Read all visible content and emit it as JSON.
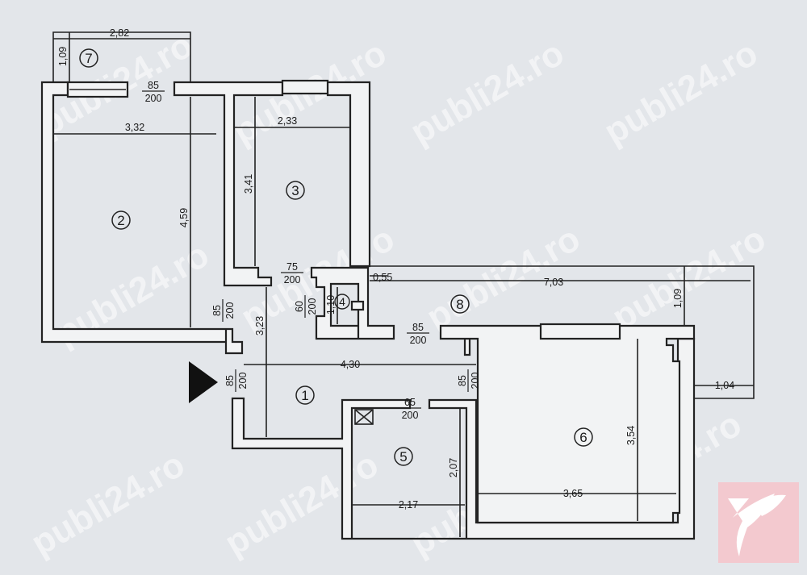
{
  "watermark": "publi24.ro",
  "logo": {
    "name": "publi24-logo",
    "bg": "#f3c9cf",
    "accent": "#d91f3c"
  },
  "rooms": [
    {
      "id": "1",
      "label": "1"
    },
    {
      "id": "2",
      "label": "2"
    },
    {
      "id": "3",
      "label": "3"
    },
    {
      "id": "4",
      "label": "4"
    },
    {
      "id": "5",
      "label": "5"
    },
    {
      "id": "6",
      "label": "6"
    },
    {
      "id": "7",
      "label": "7"
    },
    {
      "id": "8",
      "label": "8"
    }
  ],
  "dimensions": {
    "d282": "2,82",
    "d109a": "1,09",
    "d332": "3,32",
    "d459": "4,59",
    "d233": "2,33",
    "d341": "3,41",
    "d323": "3,23",
    "d110": "1,10",
    "d055": "0,55",
    "d703": "7,03",
    "d109b": "1,09",
    "d430": "4,30",
    "d104": "1,04",
    "d354": "3,54",
    "d365": "3,65",
    "d207": "2,07",
    "d217": "2,17"
  },
  "doors": {
    "door_room2_win": {
      "w": "85",
      "h": "200"
    },
    "door_room2": {
      "w": "85",
      "h": "200"
    },
    "door_room3": {
      "w": "75",
      "h": "200"
    },
    "door_bath4": {
      "w": "60",
      "h": "200"
    },
    "door_balcony8": {
      "w": "85",
      "h": "200"
    },
    "door_entry": {
      "w": "85",
      "h": "200"
    },
    "door_room6": {
      "w": "85",
      "h": "200"
    },
    "door_bath5": {
      "w": "65",
      "h": "200"
    }
  },
  "colors": {
    "background": "#e3e6ea",
    "wall": "#f2f3f4",
    "line": "#222222"
  }
}
